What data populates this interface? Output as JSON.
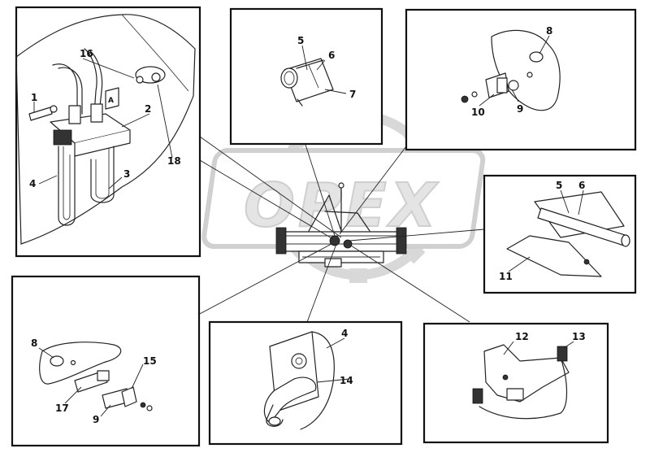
{
  "watermark": {
    "brand": "OPEX",
    "gear_color": "#d4d4d4",
    "text_color": "#e4e4e4"
  },
  "callouts": {
    "p1": [
      "1",
      "16",
      "2",
      "18",
      "4",
      "3",
      "A"
    ],
    "p2": [
      "5",
      "6",
      "7"
    ],
    "p3": [
      "8",
      "10",
      "9"
    ],
    "p4": [
      "5",
      "6",
      "11"
    ],
    "p5": [
      "8",
      "15",
      "17",
      "9"
    ],
    "p6": [
      "4",
      "14"
    ],
    "p7": [
      "12",
      "13"
    ]
  }
}
